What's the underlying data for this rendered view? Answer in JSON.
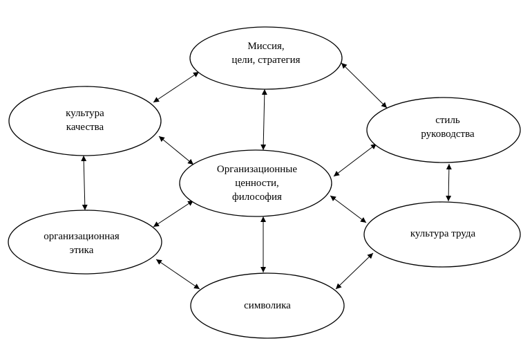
{
  "diagram": {
    "nodes": [
      {
        "id": "mission",
        "lines": [
          "Миссия,",
          "цели, стратегия"
        ]
      },
      {
        "id": "quality",
        "lines": [
          "культура",
          "качества"
        ]
      },
      {
        "id": "style",
        "lines": [
          "стиль",
          "руководства"
        ]
      },
      {
        "id": "values",
        "lines": [
          "Организационные",
          "ценности,",
          "философия"
        ]
      },
      {
        "id": "ethics",
        "lines": [
          "организационная",
          "этика"
        ]
      },
      {
        "id": "labor",
        "lines": [
          "культура труда"
        ]
      },
      {
        "id": "symbolics",
        "lines": [
          "символика"
        ]
      }
    ],
    "edges": [
      {
        "from": "mission",
        "to": "quality",
        "arrows": "both"
      },
      {
        "from": "mission",
        "to": "style",
        "arrows": "both"
      },
      {
        "from": "mission",
        "to": "values",
        "arrows": "both"
      },
      {
        "from": "quality",
        "to": "values",
        "arrows": "both"
      },
      {
        "from": "quality",
        "to": "ethics",
        "arrows": "both"
      },
      {
        "from": "style",
        "to": "values",
        "arrows": "both"
      },
      {
        "from": "style",
        "to": "labor",
        "arrows": "both"
      },
      {
        "from": "values",
        "to": "ethics",
        "arrows": "both"
      },
      {
        "from": "values",
        "to": "labor",
        "arrows": "both"
      },
      {
        "from": "values",
        "to": "symbolics",
        "arrows": "both"
      },
      {
        "from": "ethics",
        "to": "symbolics",
        "arrows": "both"
      },
      {
        "from": "labor",
        "to": "symbolics",
        "arrows": "both"
      }
    ]
  }
}
